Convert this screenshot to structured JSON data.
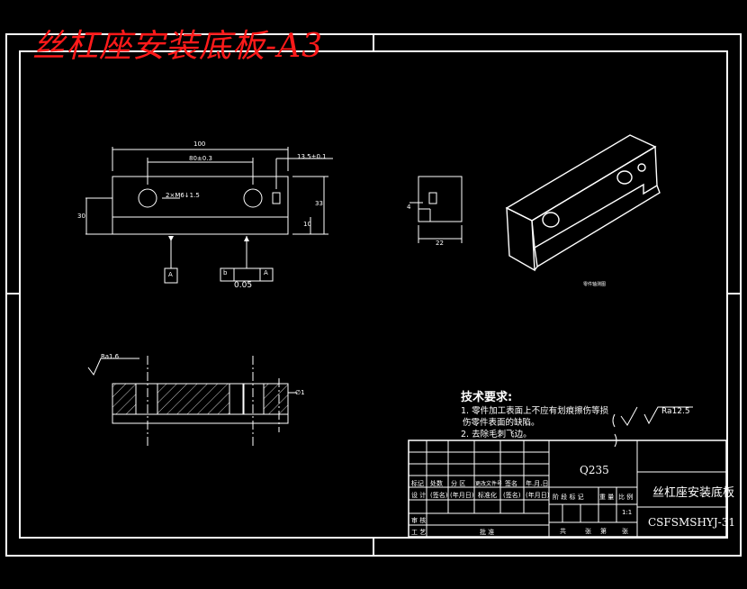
{
  "title": "丝杠座安装底板-A3",
  "technical_requirements": {
    "heading": "技术要求:",
    "items": [
      "1. 零件加工表面上不应有划痕擦伤等损",
      "伤零件表面的缺陷。",
      "2. 去除毛刺飞边。"
    ]
  },
  "roughness_general": "Ra12.5",
  "dimensions": {
    "length": "100",
    "hole_spacing": "80±0.3",
    "edge_offset": "13.5±0.1",
    "height": "33",
    "bottom": "10",
    "side_width": "22",
    "thread": "2×M6↓1.5",
    "side_dim": "4",
    "section_roughness": "Ra1.6",
    "section_dim": "∅1",
    "left": "30"
  },
  "datum": {
    "label": "A",
    "tolerance_symbol": "b",
    "tolerance_value": "0.05"
  },
  "iso_caption": "零件轴测图",
  "title_block": {
    "material": "Q235",
    "part_name": "丝杠座安装底板",
    "drawing_no": "CSFSMSHYJ-31",
    "scale": "1:1",
    "headers_row1": [
      "标记",
      "处数",
      "分 区",
      "更改文件号",
      "签名",
      "年.月.日"
    ],
    "headers_row2": [
      "设 计",
      "(签名)",
      "(年月日)",
      "标准化",
      "(签名)",
      "(年月日)"
    ],
    "stage_labels": [
      "阶 段 标 记",
      "重 量",
      "比 例"
    ],
    "bottom_labels": [
      "共",
      "张",
      "第",
      "张"
    ],
    "left_labels": [
      "审 核",
      "工 艺",
      "批 准"
    ]
  }
}
